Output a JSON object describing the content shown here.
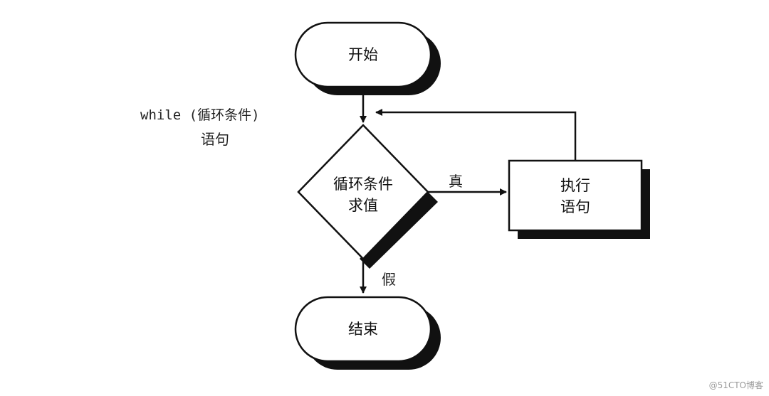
{
  "diagram": {
    "annotation": {
      "code": "while (循环条件)",
      "statement": "语句"
    },
    "nodes": {
      "start": "开始",
      "condition_line1": "循环条件",
      "condition_line2": "求值",
      "execute_line1": "执行",
      "execute_line2": "语句",
      "end": "结束"
    },
    "edges": {
      "true_label": "真",
      "false_label": "假"
    },
    "watermark": "@51CTO博客"
  }
}
